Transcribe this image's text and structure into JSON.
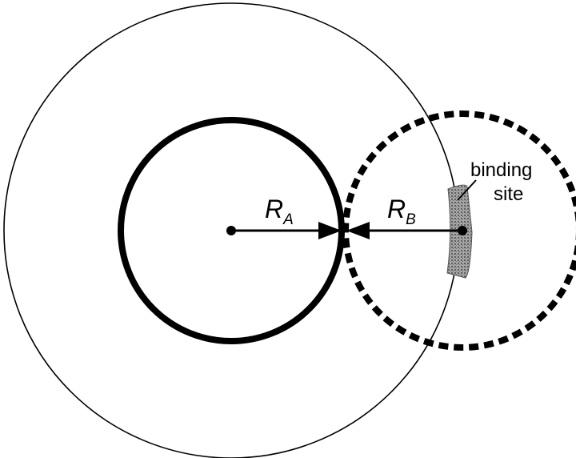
{
  "labels": {
    "ra_main": "R",
    "ra_sub": "A",
    "rb_main": "R",
    "rb_sub": "B",
    "binding_site_line1": "binding",
    "binding_site_line2": "site"
  },
  "colors": {
    "stroke": "#000000",
    "binding_site_fill": "#8a8a8a",
    "background": "#ffffff"
  }
}
